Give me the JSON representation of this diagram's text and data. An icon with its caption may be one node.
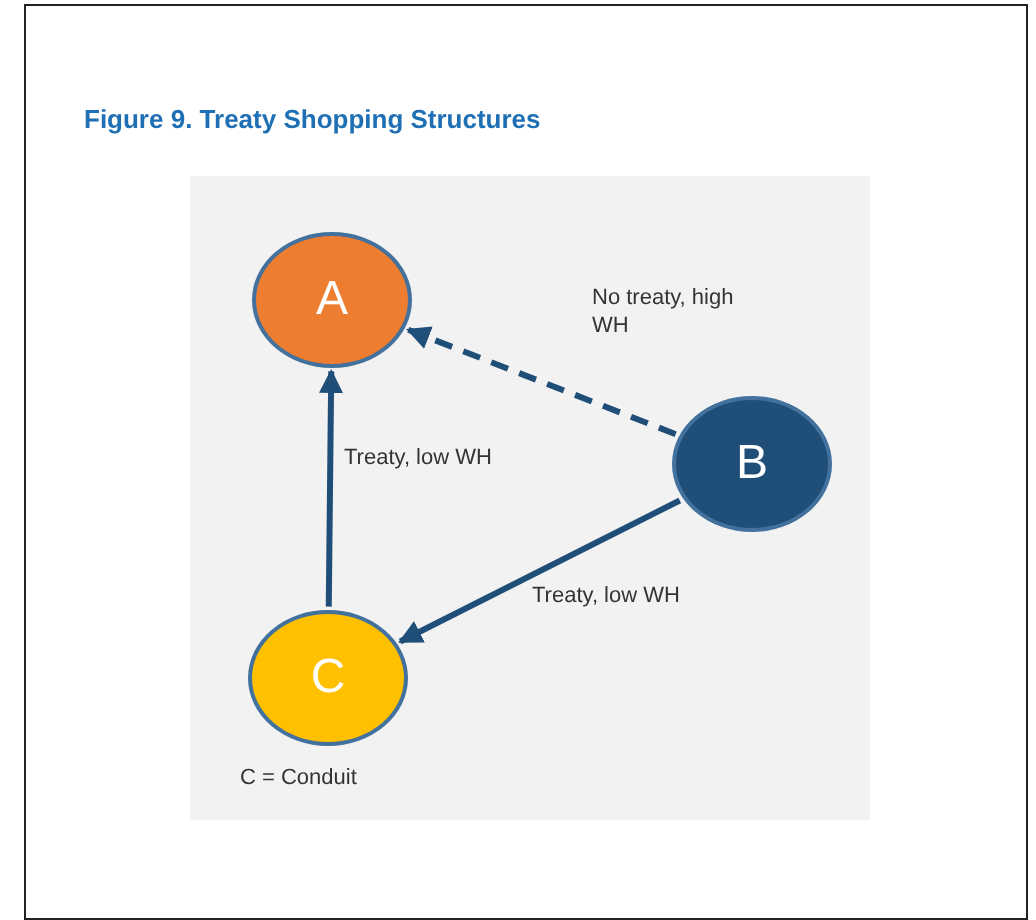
{
  "diagram": {
    "title": "Figure 9. Treaty Shopping Structures",
    "nodes": [
      {
        "text": [
          "A"
        ]
      },
      {
        "text": [
          "B"
        ]
      },
      {
        "text": [
          "C"
        ]
      }
    ],
    "edges": [
      {
        "from": 1,
        "to": 0,
        "arrow": "to",
        "label": "No treaty, high WH",
        "style": "dashed"
      },
      {
        "from": 2,
        "to": 0,
        "arrow": "to",
        "label": "Treaty, low WH"
      },
      {
        "from": 1,
        "to": 2,
        "arrow": "to",
        "label": "Treaty, low WH"
      }
    ],
    "labels": [
      "C = Conduit"
    ]
  }
}
